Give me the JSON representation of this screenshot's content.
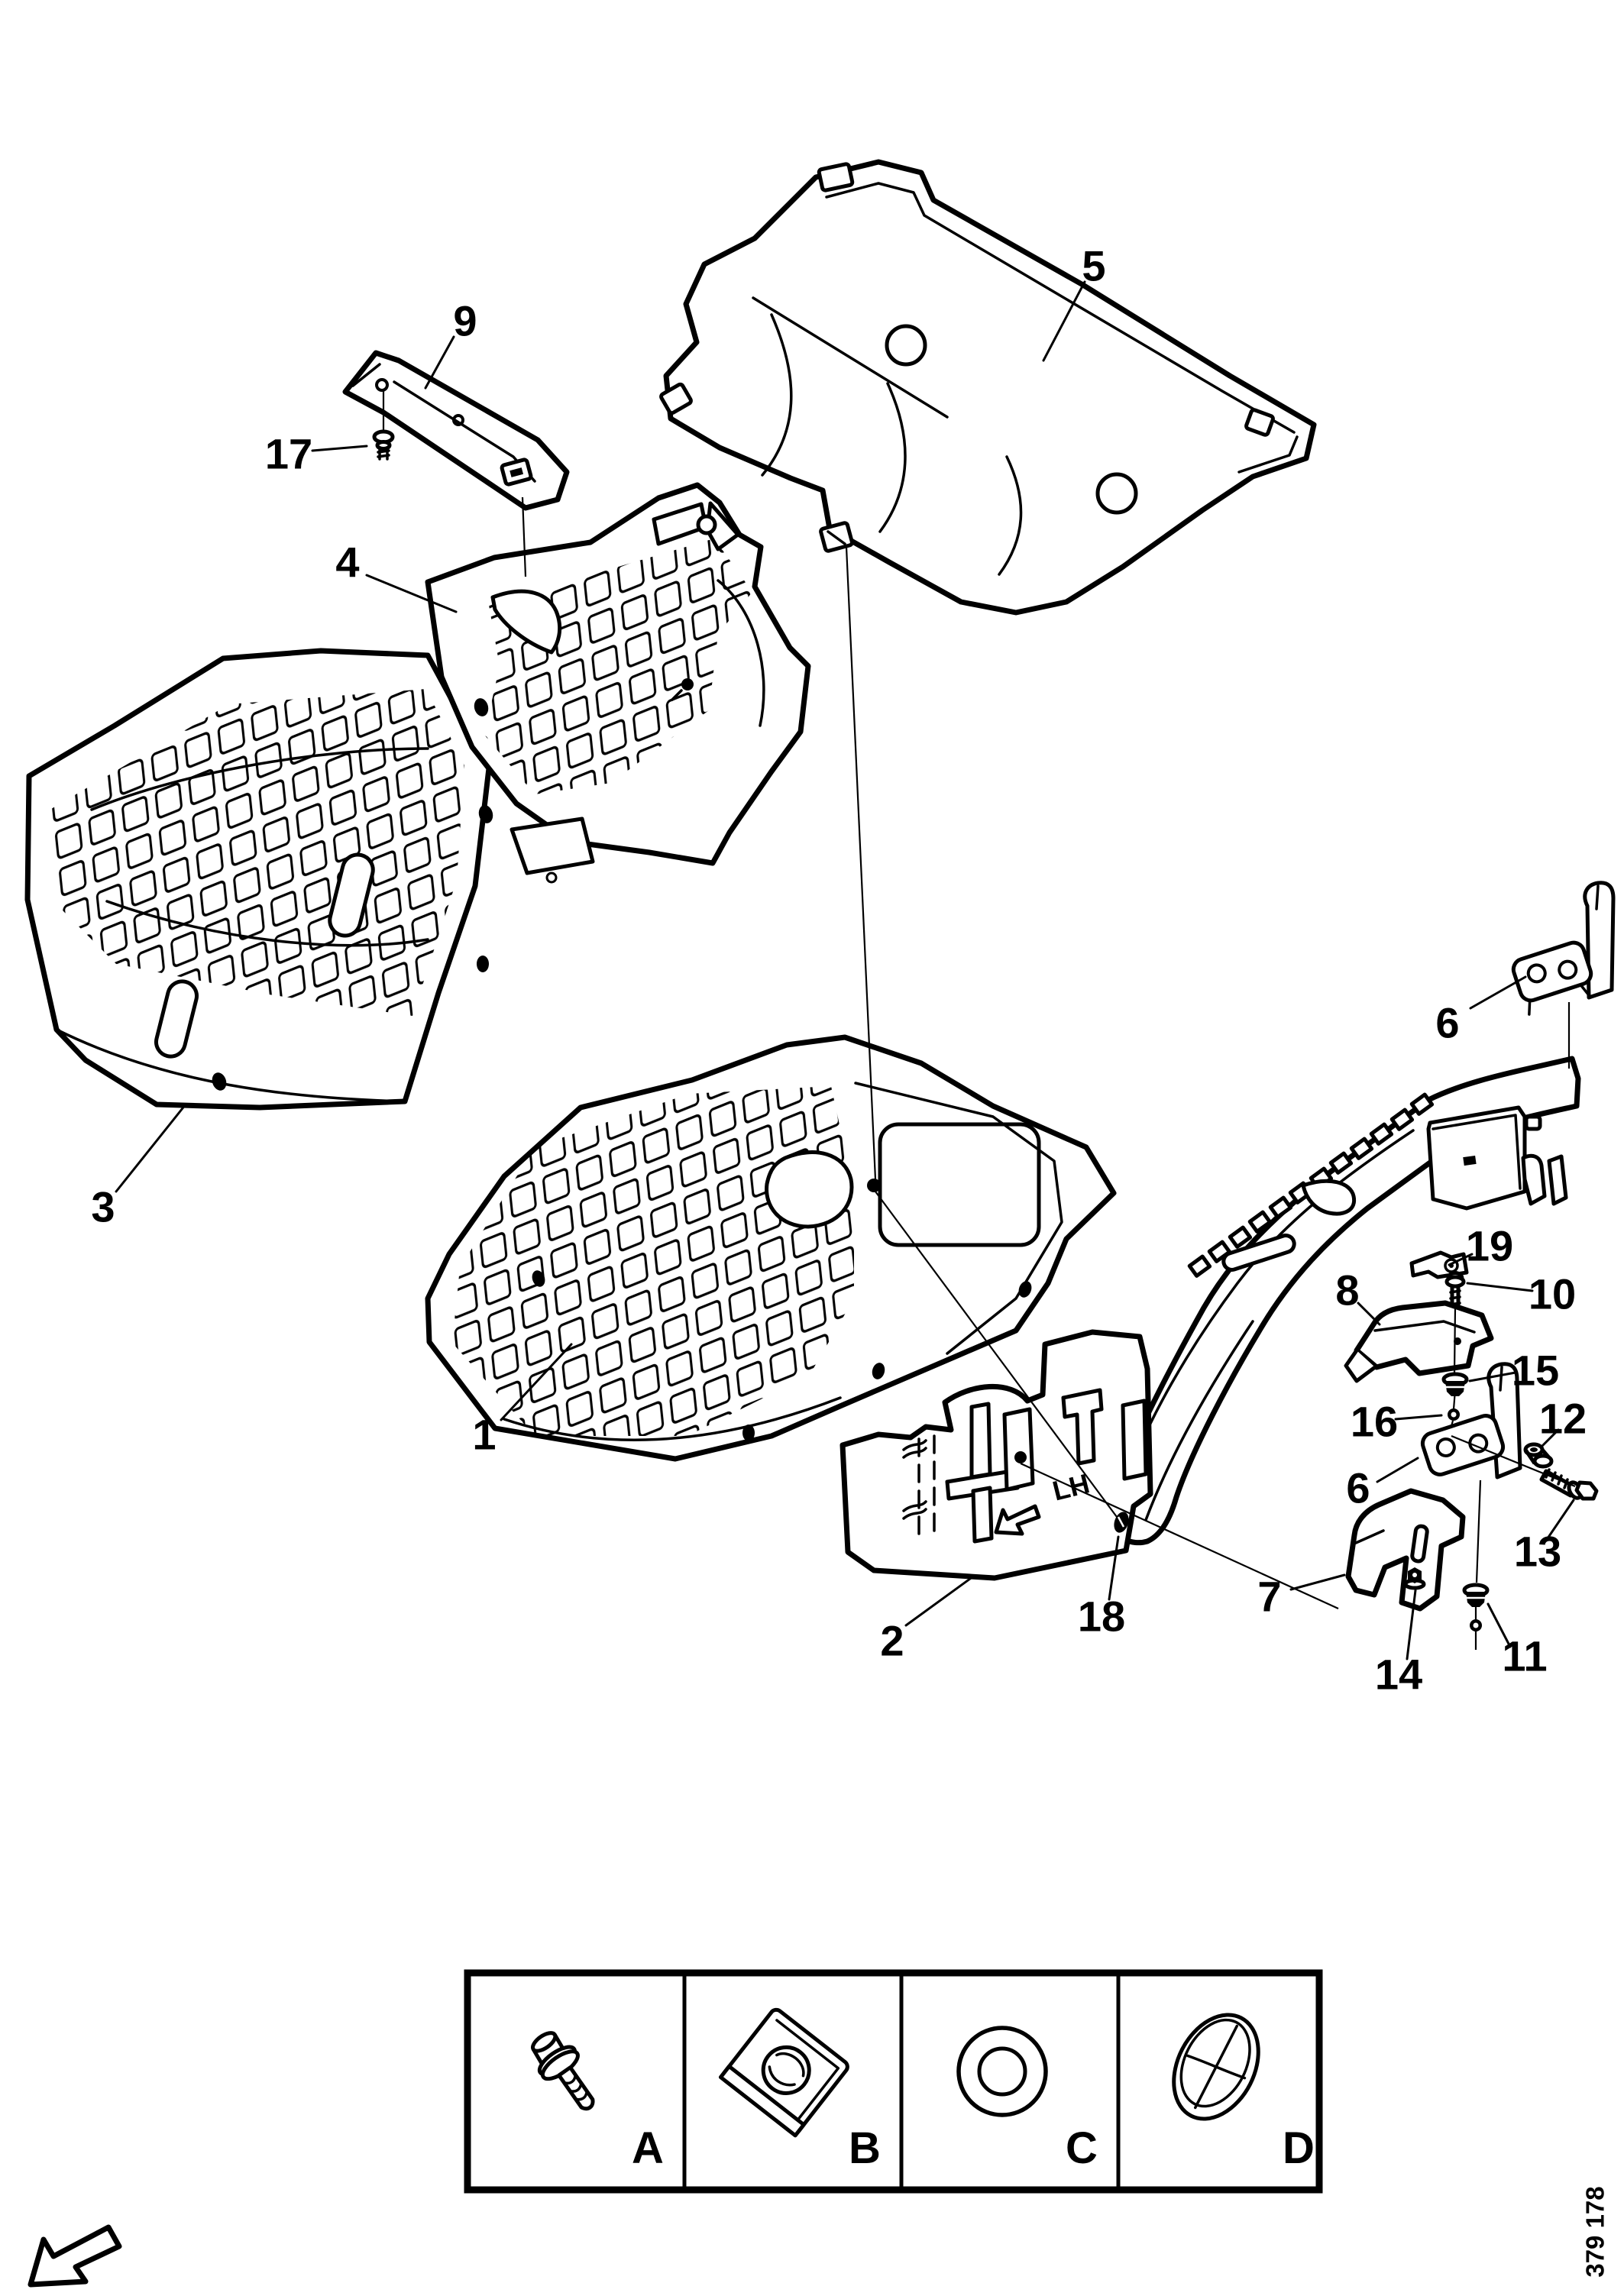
{
  "figure_number": "379 178",
  "panel_marking": {
    "text": "LH"
  },
  "callouts": {
    "c1": {
      "label": "1"
    },
    "c2": {
      "label": "2"
    },
    "c3": {
      "label": "3"
    },
    "c4": {
      "label": "4"
    },
    "c5": {
      "label": "5"
    },
    "c6a": {
      "label": "6"
    },
    "c6b": {
      "label": "6"
    },
    "c7": {
      "label": "7"
    },
    "c8": {
      "label": "8"
    },
    "c9": {
      "label": "9"
    },
    "c10": {
      "label": "10"
    },
    "c11": {
      "label": "11"
    },
    "c12": {
      "label": "12"
    },
    "c13": {
      "label": "13"
    },
    "c14": {
      "label": "14"
    },
    "c15": {
      "label": "15"
    },
    "c16": {
      "label": "16"
    },
    "c17": {
      "label": "17"
    },
    "c18": {
      "label": "18"
    },
    "c19": {
      "label": "19"
    }
  },
  "legend": {
    "a": {
      "letter": "A",
      "icon": "flanged-screw-icon"
    },
    "b": {
      "letter": "B",
      "icon": "u-clip-nut-icon"
    },
    "c": {
      "letter": "C",
      "icon": "washer-icon"
    },
    "d": {
      "letter": "D",
      "icon": "blanking-plug-icon"
    }
  },
  "colors": {
    "line": "#000000",
    "background": "#ffffff"
  }
}
